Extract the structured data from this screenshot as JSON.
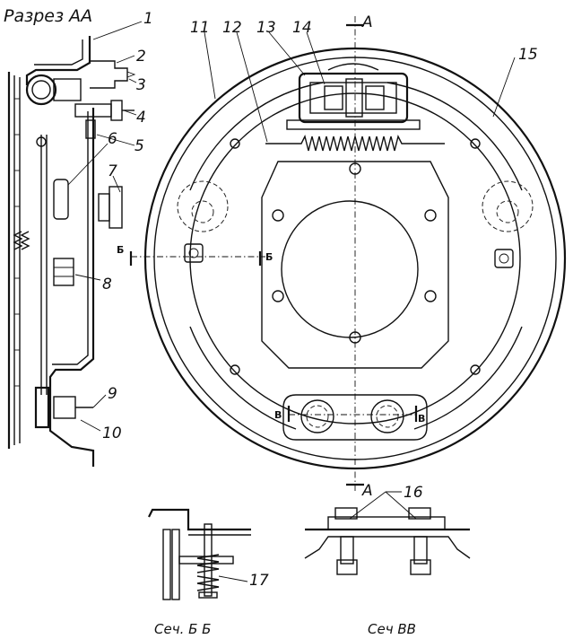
{
  "titles": {
    "section_aa": "Разрез АА",
    "section_bb": "Сеч. Б Б",
    "section_vv": "Сеч ВВ"
  },
  "callouts": [
    "1",
    "2",
    "3",
    "4",
    "5",
    "6",
    "7",
    "8",
    "9",
    "10",
    "11",
    "12",
    "13",
    "14",
    "15",
    "16",
    "17"
  ],
  "section_marks": {
    "a_top": "А",
    "a_bottom": "А",
    "b_left": "Б",
    "b_right": "Б",
    "v_left": "В",
    "v_right": "В"
  }
}
